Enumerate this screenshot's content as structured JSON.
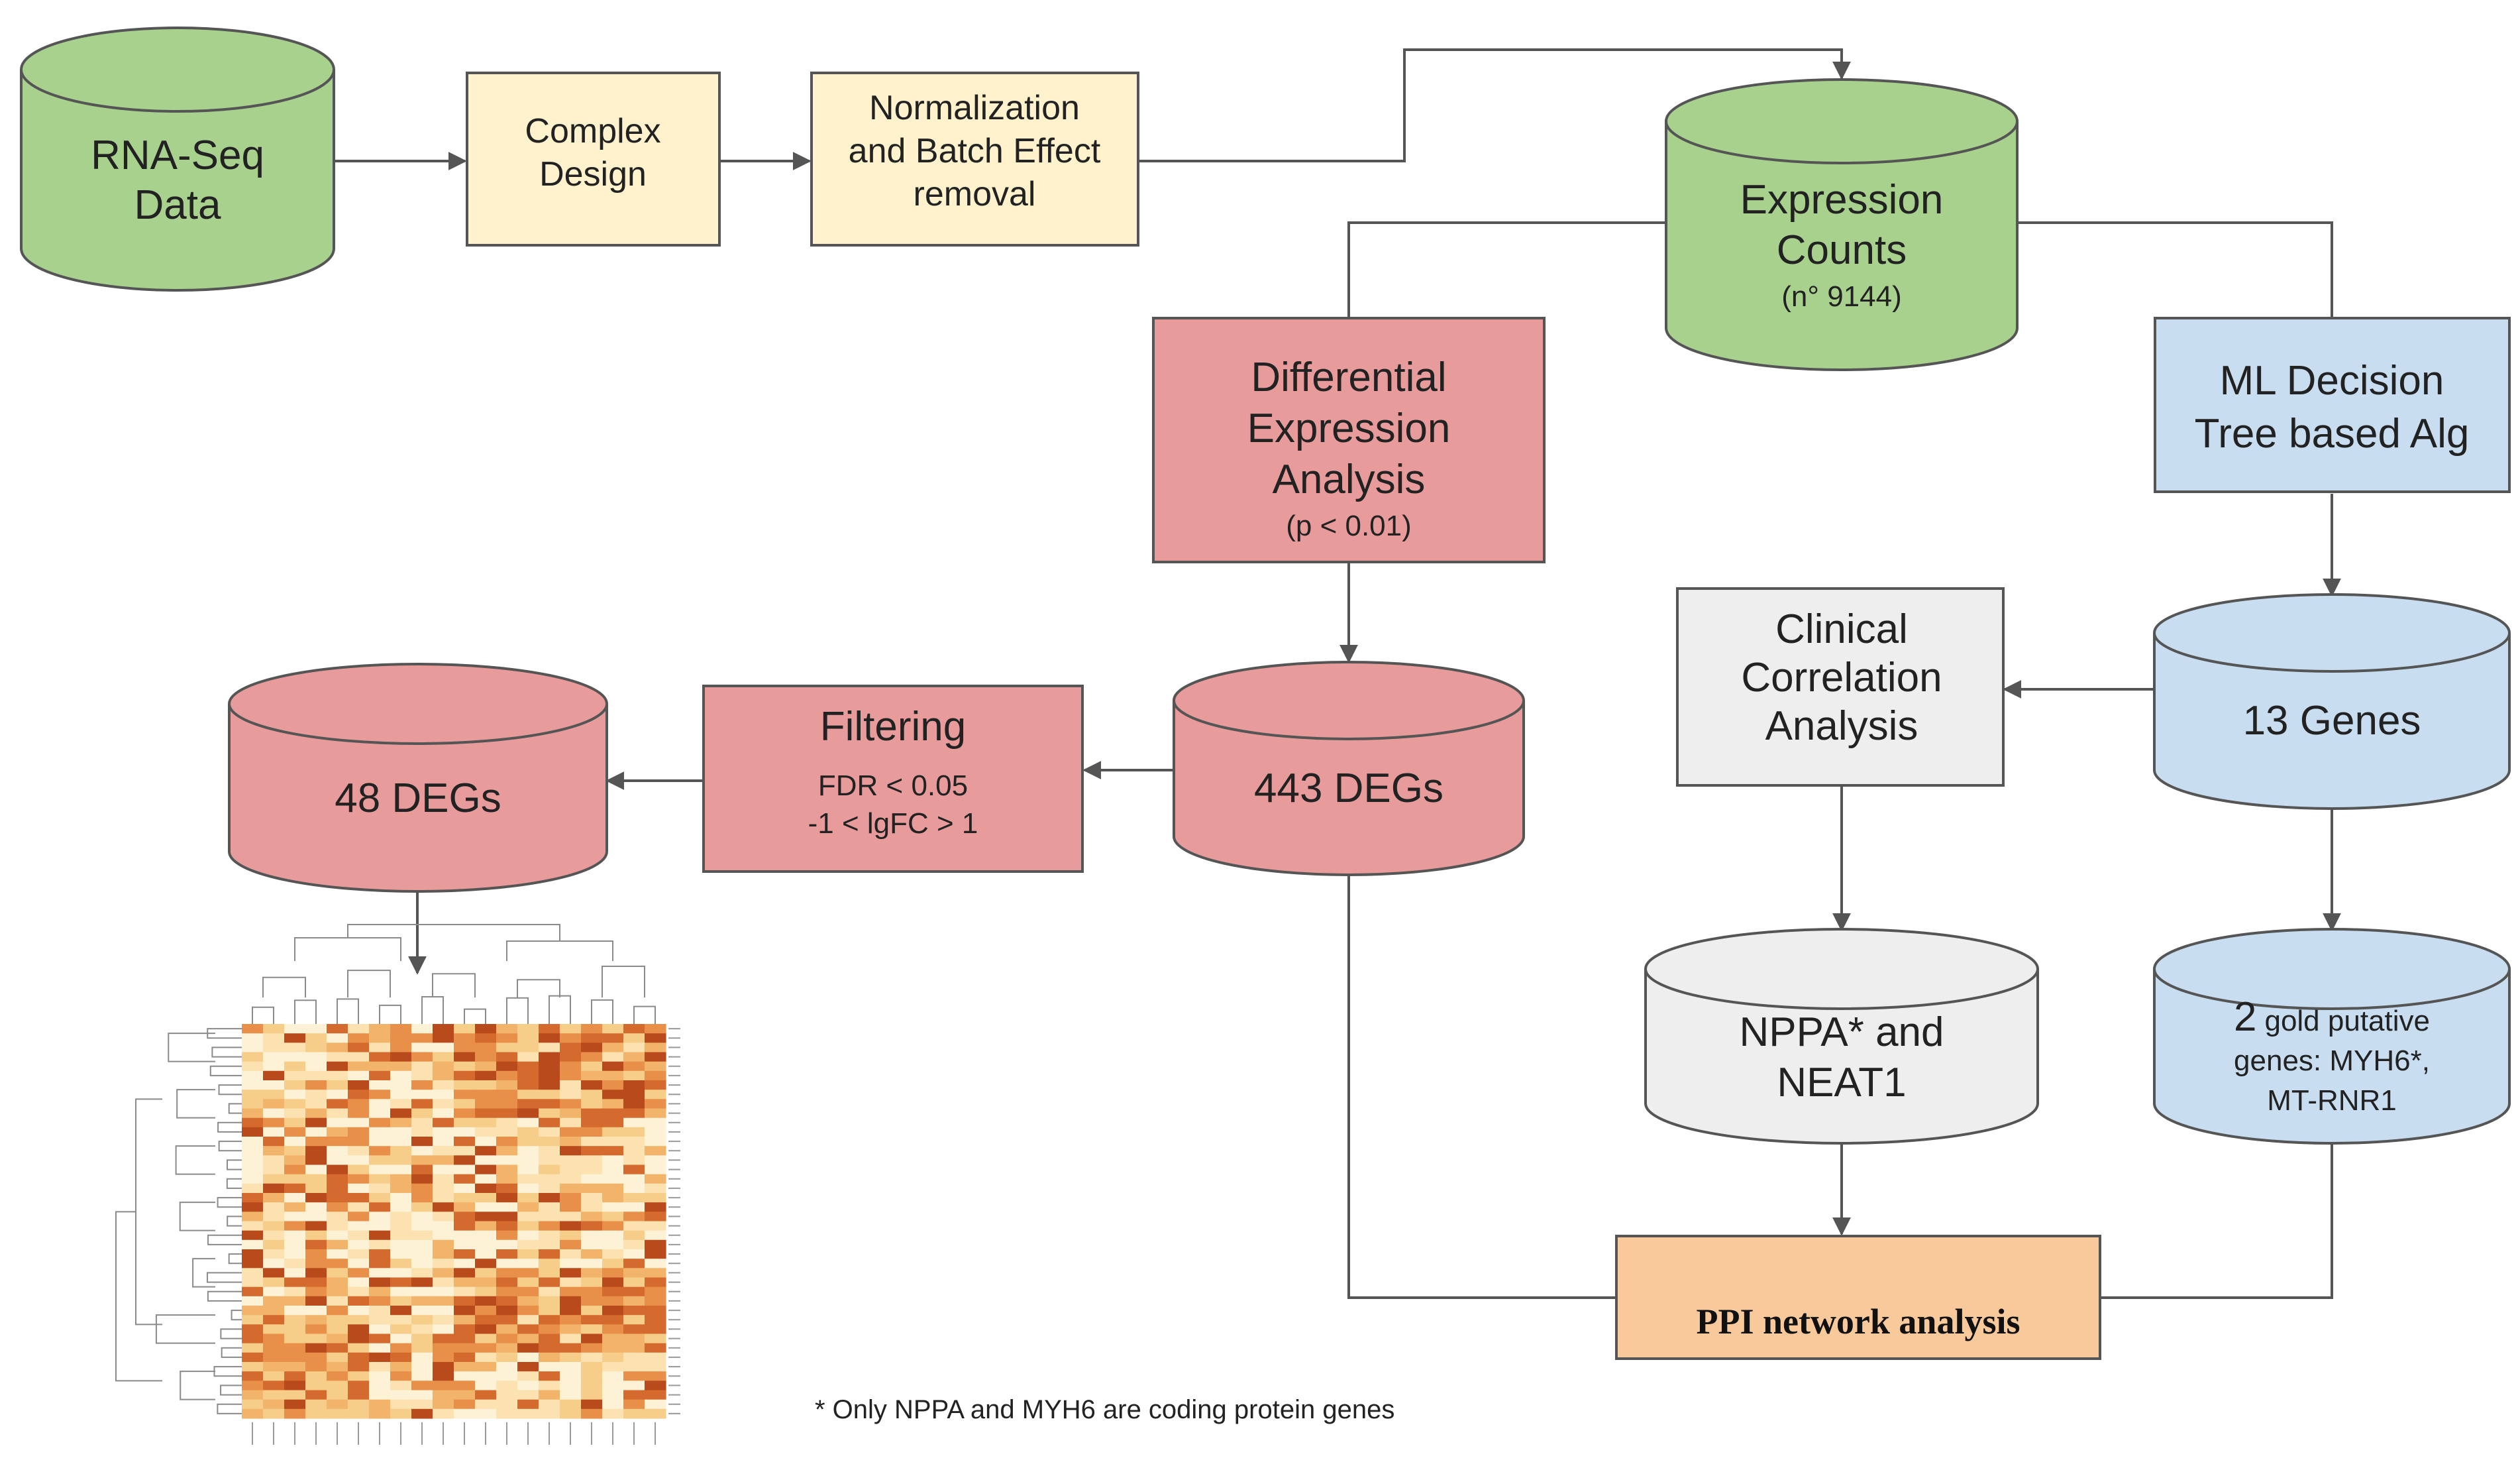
{
  "colors": {
    "green": "#A9D18E",
    "cream": "#FFF2CC",
    "red": "#E89B9B",
    "blue": "#C9DDF1",
    "grey": "#EEEEEE",
    "orange": "#F8C99B",
    "line": "#555555"
  },
  "nodes": {
    "rna_seq": {
      "line1": "RNA-Seq",
      "line2": "Data"
    },
    "complex_design": {
      "line1": "Complex",
      "line2": "Design"
    },
    "normalization": {
      "line1": "Normalization",
      "line2": "and Batch Effect",
      "line3": "removal"
    },
    "expression_counts": {
      "line1": "Expression",
      "line2": "Counts",
      "line3": "(n° 9144)"
    },
    "dea": {
      "line1": "Differential",
      "line2": "Expression",
      "line3": "Analysis",
      "line4": "(p < 0.01)"
    },
    "ml": {
      "line1": "ML Decision",
      "line2": "Tree  based Alg"
    },
    "degs_443": {
      "label": "443 DEGs"
    },
    "filtering": {
      "title": "Filtering",
      "line1": "FDR < 0.05",
      "line2": "-1 < lgFC > 1"
    },
    "degs_48": {
      "label": "48 DEGs"
    },
    "genes_13": {
      "label": "13 Genes"
    },
    "clinical": {
      "line1": "Clinical",
      "line2": "Correlation",
      "line3": "Analysis"
    },
    "nppa": {
      "line1": "NPPA* and",
      "line2": "NEAT1"
    },
    "gold": {
      "line1_big": "2",
      "line1_rest": "gold putative",
      "line2": "genes: MYH6*,",
      "line3": "MT-RNR1"
    },
    "ppi": {
      "label": "PPI network analysis"
    }
  },
  "footnote": "* Only NPPA and MYH6 are coding protein genes"
}
